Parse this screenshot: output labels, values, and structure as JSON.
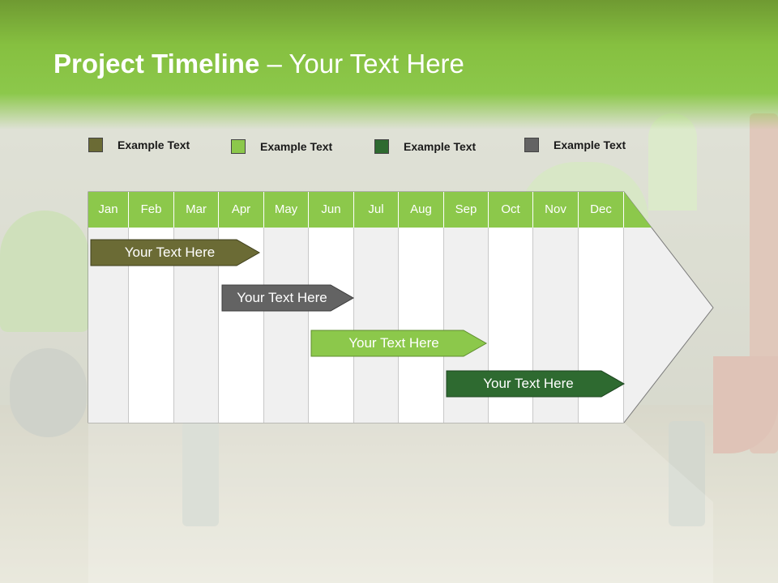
{
  "title": {
    "bold": "Project Timeline",
    "rest": " – Your Text Here"
  },
  "colors": {
    "olive": "#6b6b35",
    "light_green": "#8cc84b",
    "dark_green": "#2e6a30",
    "gray": "#636363",
    "header_green": "#8cc84b"
  },
  "legend": [
    {
      "label": "Example Text",
      "color": "#6b6b35"
    },
    {
      "label": "Example Text",
      "color": "#8cc84b"
    },
    {
      "label": "Example Text",
      "color": "#2e6a30"
    },
    {
      "label": "Example Text",
      "color": "#636363"
    }
  ],
  "months": [
    "Jan",
    "Feb",
    "Mar",
    "Apr",
    "May",
    "Jun",
    "Jul",
    "Aug",
    "Sep",
    "Oct",
    "Nov",
    "Dec"
  ],
  "tasks": [
    {
      "label": "Your  Text Here",
      "color": "#6b6b35"
    },
    {
      "label": "Your  Text Here",
      "color": "#636363"
    },
    {
      "label": "Your  Text Here",
      "color": "#8cc84b"
    },
    {
      "label": "Your  Text Here",
      "color": "#2e6a30"
    }
  ]
}
